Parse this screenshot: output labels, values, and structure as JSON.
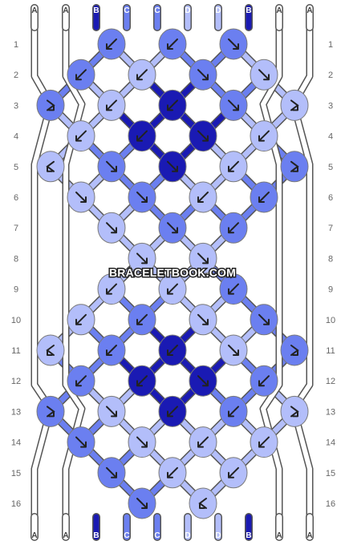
{
  "colors": {
    "A": "#ffffff",
    "B": "#1a1ab3",
    "C": "#6b7ff0",
    "D": "#b3befa",
    "outline": "#555555"
  },
  "strands_top": [
    "A",
    "A",
    "B",
    "C",
    "C",
    "D",
    "D",
    "B",
    "A",
    "A"
  ],
  "strands_bottom": [
    "A",
    "A",
    "B",
    "C",
    "C",
    "D",
    "D",
    "B",
    "A",
    "A"
  ],
  "row_labels": [
    "1",
    "2",
    "3",
    "4",
    "5",
    "6",
    "7",
    "8",
    "9",
    "10",
    "11",
    "12",
    "13",
    "14",
    "15",
    "16"
  ],
  "watermark": "BRACELETBOOK.COM",
  "knots": [
    {
      "row": 1,
      "col": 0,
      "c": "C",
      "d": "bl"
    },
    {
      "row": 1,
      "col": 1,
      "c": "C",
      "d": "bl"
    },
    {
      "row": 1,
      "col": 2,
      "c": "C",
      "d": "br"
    },
    {
      "row": 2,
      "col": 0,
      "c": "C",
      "d": "bl"
    },
    {
      "row": 2,
      "col": 1,
      "c": "D",
      "d": "bl"
    },
    {
      "row": 2,
      "col": 2,
      "c": "C",
      "d": "br"
    },
    {
      "row": 2,
      "col": 3,
      "c": "D",
      "d": "br"
    },
    {
      "row": 3,
      "col": 0,
      "c": "C",
      "d": "rb"
    },
    {
      "row": 3,
      "col": 1,
      "c": "D",
      "d": "bl"
    },
    {
      "row": 3,
      "col": 2,
      "c": "B",
      "d": "bl"
    },
    {
      "row": 3,
      "col": 3,
      "c": "C",
      "d": "br"
    },
    {
      "row": 3,
      "col": 4,
      "c": "D",
      "d": "rb"
    },
    {
      "row": 4,
      "col": 0,
      "c": "D",
      "d": "bl"
    },
    {
      "row": 4,
      "col": 1,
      "c": "B",
      "d": "bl"
    },
    {
      "row": 4,
      "col": 2,
      "c": "B",
      "d": "br"
    },
    {
      "row": 4,
      "col": 3,
      "c": "D",
      "d": "bl"
    },
    {
      "row": 5,
      "col": 0,
      "c": "D",
      "d": "lb"
    },
    {
      "row": 5,
      "col": 1,
      "c": "C",
      "d": "br"
    },
    {
      "row": 5,
      "col": 2,
      "c": "B",
      "d": "br"
    },
    {
      "row": 5,
      "col": 3,
      "c": "D",
      "d": "bl"
    },
    {
      "row": 5,
      "col": 4,
      "c": "C",
      "d": "rb"
    },
    {
      "row": 6,
      "col": 0,
      "c": "D",
      "d": "br"
    },
    {
      "row": 6,
      "col": 1,
      "c": "C",
      "d": "br"
    },
    {
      "row": 6,
      "col": 2,
      "c": "D",
      "d": "bl"
    },
    {
      "row": 6,
      "col": 3,
      "c": "C",
      "d": "bl"
    },
    {
      "row": 7,
      "col": 0,
      "c": "D",
      "d": "br"
    },
    {
      "row": 7,
      "col": 1,
      "c": "C",
      "d": "br"
    },
    {
      "row": 7,
      "col": 2,
      "c": "C",
      "d": "bl"
    },
    {
      "row": 8,
      "col": 0,
      "c": "D",
      "d": "br"
    },
    {
      "row": 8,
      "col": 1,
      "c": "D",
      "d": "br"
    },
    {
      "row": 9,
      "col": 0,
      "c": "D",
      "d": "bl"
    },
    {
      "row": 9,
      "col": 1,
      "c": "D",
      "d": "bl"
    },
    {
      "row": 9,
      "col": 2,
      "c": "C",
      "d": "bl"
    },
    {
      "row": 10,
      "col": 0,
      "c": "D",
      "d": "bl"
    },
    {
      "row": 10,
      "col": 1,
      "c": "C",
      "d": "bl"
    },
    {
      "row": 10,
      "col": 2,
      "c": "D",
      "d": "br"
    },
    {
      "row": 10,
      "col": 3,
      "c": "C",
      "d": "br"
    },
    {
      "row": 11,
      "col": 0,
      "c": "D",
      "d": "lb"
    },
    {
      "row": 11,
      "col": 1,
      "c": "C",
      "d": "bl"
    },
    {
      "row": 11,
      "col": 2,
      "c": "B",
      "d": "bl"
    },
    {
      "row": 11,
      "col": 3,
      "c": "D",
      "d": "br"
    },
    {
      "row": 11,
      "col": 4,
      "c": "C",
      "d": "rb"
    },
    {
      "row": 12,
      "col": 0,
      "c": "C",
      "d": "bl"
    },
    {
      "row": 12,
      "col": 1,
      "c": "B",
      "d": "bl"
    },
    {
      "row": 12,
      "col": 2,
      "c": "B",
      "d": "br"
    },
    {
      "row": 12,
      "col": 3,
      "c": "C",
      "d": "bl"
    },
    {
      "row": 13,
      "col": 0,
      "c": "C",
      "d": "rb"
    },
    {
      "row": 13,
      "col": 1,
      "c": "D",
      "d": "br"
    },
    {
      "row": 13,
      "col": 2,
      "c": "B",
      "d": "bl"
    },
    {
      "row": 13,
      "col": 3,
      "c": "C",
      "d": "bl"
    },
    {
      "row": 13,
      "col": 4,
      "c": "D",
      "d": "rb"
    },
    {
      "row": 14,
      "col": 0,
      "c": "C",
      "d": "br"
    },
    {
      "row": 14,
      "col": 1,
      "c": "D",
      "d": "br"
    },
    {
      "row": 14,
      "col": 2,
      "c": "D",
      "d": "bl"
    },
    {
      "row": 14,
      "col": 3,
      "c": "D",
      "d": "bl"
    },
    {
      "row": 15,
      "col": 0,
      "c": "C",
      "d": "br"
    },
    {
      "row": 15,
      "col": 1,
      "c": "D",
      "d": "bl"
    },
    {
      "row": 15,
      "col": 2,
      "c": "D",
      "d": "bl"
    },
    {
      "row": 16,
      "col": 0,
      "c": "C",
      "d": "br"
    },
    {
      "row": 16,
      "col": 1,
      "c": "D",
      "d": "lb"
    }
  ]
}
